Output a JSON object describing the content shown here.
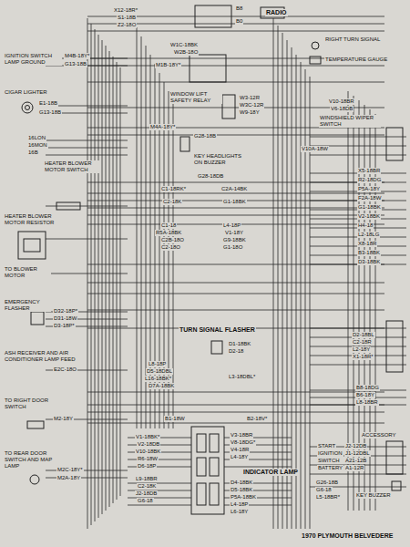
{
  "diagram": {
    "labels": [
      "IGNITION SWITCH LAMP GROUND",
      "M4B-18Y*",
      "G13-18B",
      "CIGAR LIGHTER",
      "E1-18B",
      "G13-18B",
      "16LON",
      "16MON",
      "16B",
      "HEATER BLOWER MOTOR SWITCH",
      "HEATER BLOWER MOTOR RESISTOR",
      "TO BLOWER MOTOR",
      "EMERGENCY FLASHER",
      "D32-18P*",
      "D31-18W",
      "D3-18P*",
      "ASH RECEIVER AND AIR CONDITIONER LAMP FEED",
      "E2C-18O",
      "TO RIGHT DOOR SWITCH",
      "M2-18Y",
      "TO REAR DOOR SWITCH AND MAP LAMP",
      "M2C-18Y*",
      "M2A-18Y",
      "X12-18R*",
      "S1-18B",
      "Z2-18O",
      "B8",
      "RADIO",
      "B0",
      "W1C-18BK",
      "W2B-18O",
      "M1B-18Y*",
      "WINDOW LIFT SAFETY RELAY",
      "W3-12R",
      "W3C-12R",
      "W9-18Y",
      "M4A-18Y*",
      "G28-18B",
      "KEY HEADLIGHTS ON BUZZER",
      "G28-18DB",
      "C1-18RK*",
      "C2A-14BK",
      "C2-18K",
      "G1-18BK",
      "C1-18",
      "R5A-18BK",
      "C2B-18O",
      "C2-18O",
      "L4-18P",
      "V1-18Y",
      "G9-18BK",
      "G1-18O",
      "TURN SIGNAL FLASHER",
      "D1-18BK",
      "D2-18",
      "L8-18P",
      "D5-18DBL",
      "L16-18BK*",
      "D7A-18BK",
      "L3-18DBL*",
      "B1-18W",
      "B2-18V*",
      "V1-18BK*",
      "V2-18DB",
      "V10-18BK",
      "R6-18W",
      "D6-18P",
      "L9-18BR",
      "C2-18K",
      "J2-18DB",
      "G6-18",
      "V3-18BR",
      "V8-18DG*",
      "V4-18R",
      "L4-18Y",
      "INDICATOR LAMP",
      "D4-18BK",
      "D5-18BK",
      "P5A-18BK",
      "L4-18P",
      "L6-18Y",
      "RIGHT TURN SIGNAL",
      "TEMPERATURE GAUGE",
      "V10-18BR",
      "V6-18DB",
      "WINDSHIELD WIPER SWITCH",
      "V10A-18W",
      "X5-18BR",
      "R2-18DG",
      "P5A-18Y",
      "F2A-18W",
      "G1-18BK",
      "V2-18BK",
      "H4-18",
      "L2-18LG",
      "X8-18R",
      "B3-18BK",
      "D3-18BK",
      "D2-18BL",
      "C2-18R",
      "L2-18Y",
      "X1-18R*",
      "B8-18DG",
      "B6-18Y",
      "L8-18BR",
      "ACCESSORY",
      "START",
      "J2-12DB",
      "IGNITION",
      "J1-12DBL",
      "SWITCH",
      "A21-12B",
      "BATTERY",
      "A1-12R",
      "KEY BUZZER",
      "G26-18B",
      "G6-18",
      "L5-18BR*",
      "1970 PLYMOUTH BELVEDERE"
    ]
  }
}
